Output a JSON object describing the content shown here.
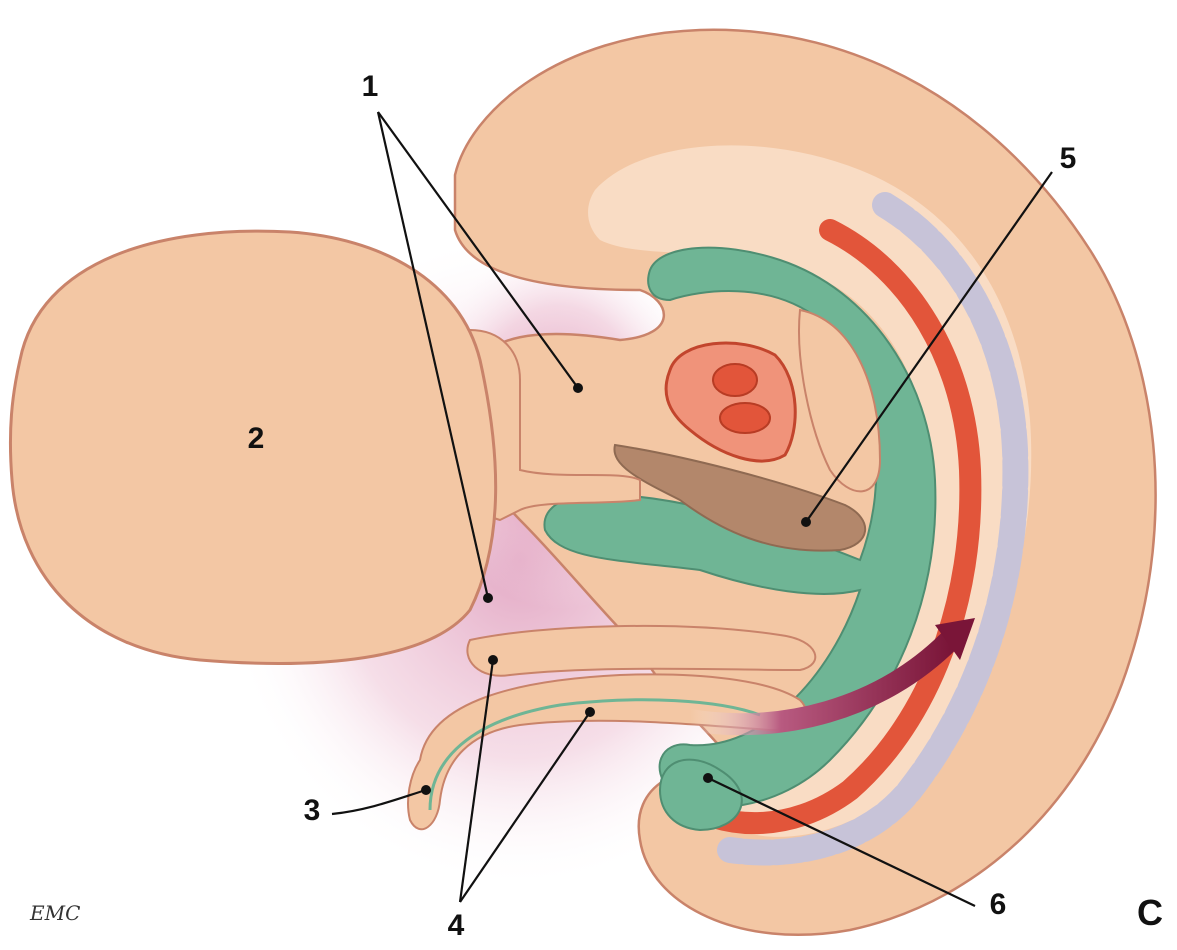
{
  "labels": {
    "l1": "1",
    "l2": "2",
    "l3": "3",
    "l4": "4",
    "l5": "5",
    "l6": "6",
    "panel": "C",
    "credit": "EMC"
  },
  "colors": {
    "skin": "#f3c7a4",
    "skin_outline": "#c9836a",
    "skin_light": "#f9dcc4",
    "green": "#6fb595",
    "red": "#e2553a",
    "lavender": "#c7c3d8",
    "brown": "#b3876b",
    "pink_haze": "#e2a6c2",
    "arrow": "#8a1f45"
  }
}
